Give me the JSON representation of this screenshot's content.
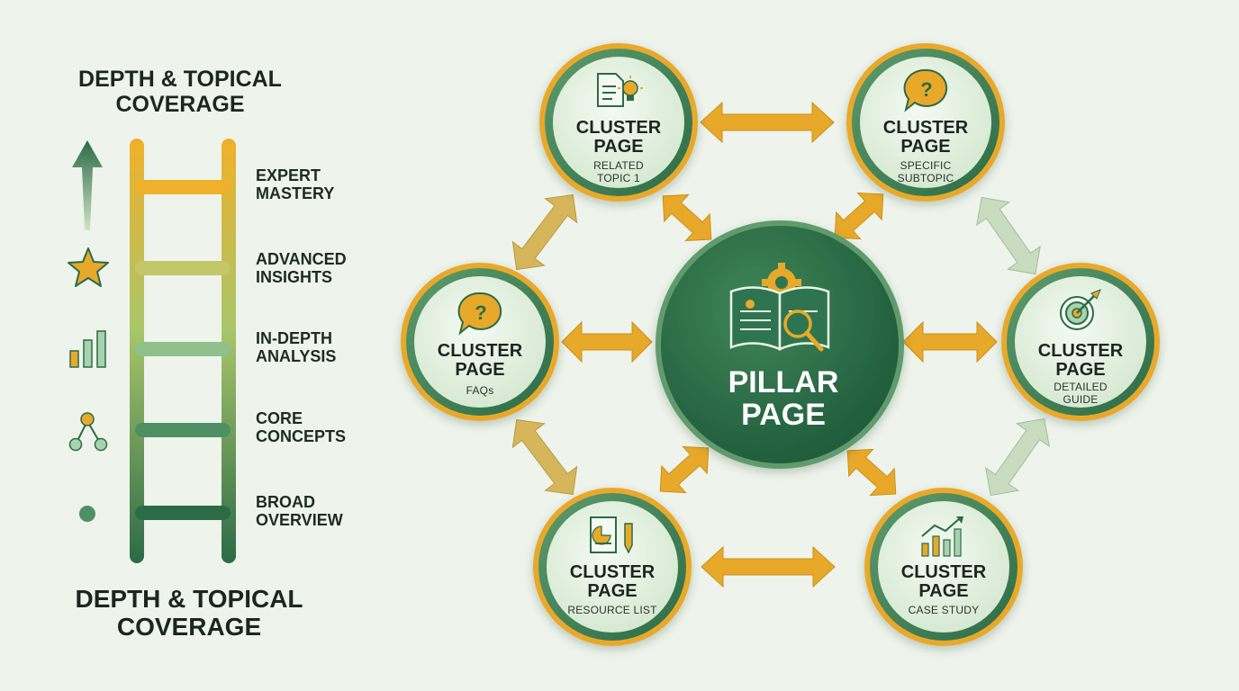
{
  "ladder": {
    "title_top": [
      "DEPTH & TOPICAL",
      "COVERAGE"
    ],
    "title_bottom": [
      "DEPTH & TOPICAL",
      "COVERAGE"
    ],
    "levels": [
      {
        "lines": [
          "EXPERT",
          "MASTERY"
        ],
        "icon": "arrow-up-icon"
      },
      {
        "lines": [
          "ADVANCED",
          "INSIGHTS"
        ],
        "icon": "star-icon"
      },
      {
        "lines": [
          "IN-DEPTH",
          "ANALYSIS"
        ],
        "icon": "bar-chart-icon"
      },
      {
        "lines": [
          "CORE",
          "CONCEPTS"
        ],
        "icon": "network-icon"
      },
      {
        "lines": [
          "BROAD",
          "OVERVIEW"
        ],
        "icon": "dot-icon"
      }
    ]
  },
  "pillar": {
    "lines": [
      "PILLAR",
      "PAGE"
    ],
    "icon": "book-magnifier-gear-icon"
  },
  "clusters": [
    {
      "title": [
        "CLUSTER",
        "PAGE"
      ],
      "sub": [
        "RELATED",
        "TOPIC 1"
      ],
      "icon": "document-lightbulb-icon"
    },
    {
      "title": [
        "CLUSTER",
        "PAGE"
      ],
      "sub": [
        "SPECIFIC",
        "SUBTOPIC"
      ],
      "icon": "question-bubble-icon"
    },
    {
      "title": [
        "CLUSTER",
        "PAGE"
      ],
      "sub": [
        "FAQs"
      ],
      "icon": "question-bubble-icon"
    },
    {
      "title": [
        "CLUSTER",
        "PAGE"
      ],
      "sub": [
        "DETAILED",
        "GUIDE"
      ],
      "icon": "target-icon"
    },
    {
      "title": [
        "CLUSTER",
        "PAGE"
      ],
      "sub": [
        "RESOURCE LIST"
      ],
      "icon": "document-chart-pencil-icon"
    },
    {
      "title": [
        "CLUSTER",
        "PAGE"
      ],
      "sub": [
        "CASE STUDY"
      ],
      "icon": "growth-chart-icon"
    }
  ],
  "colors": {
    "background": "#eef4ec",
    "green_dark": "#2c6b47",
    "green_mid": "#4f8f64",
    "green_light": "#a9d2ae",
    "gold": "#e8a92a",
    "node_fill": "#e7f3e4"
  }
}
